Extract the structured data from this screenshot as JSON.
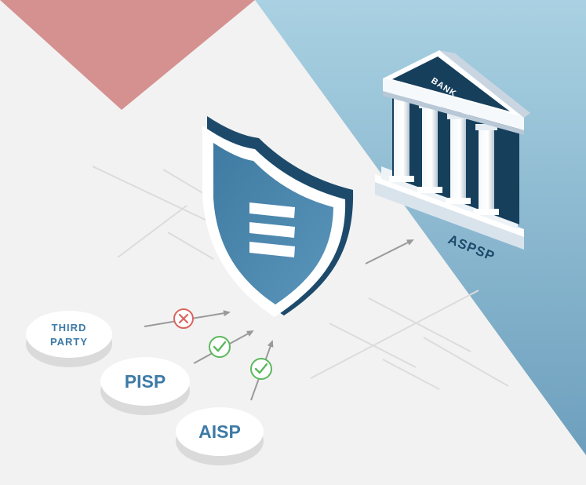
{
  "colors": {
    "background": "#f2f2f2",
    "red_corner": "#d4918f",
    "blue_corner_light": "#a7cfe0",
    "blue_corner_dark": "#6fa3bf",
    "shield_blue": "#4a86ad",
    "shield_dark": "#1d4a6b",
    "label_blue": "#3d7aa6",
    "check_green": "#5cb85c",
    "cross_red": "#d9655e",
    "arrow_gray": "#999999"
  },
  "nodes": {
    "third_party_line1": "THIRD",
    "third_party_line2": "PARTY",
    "pisp": "PISP",
    "aisp": "AISP"
  },
  "bank": {
    "pediment_label": "BANK",
    "base_label": "ASPSP"
  },
  "icons": {
    "shield": "shield-icon",
    "bank": "bank-building-icon",
    "cross": "cross-icon",
    "check": "check-icon"
  }
}
